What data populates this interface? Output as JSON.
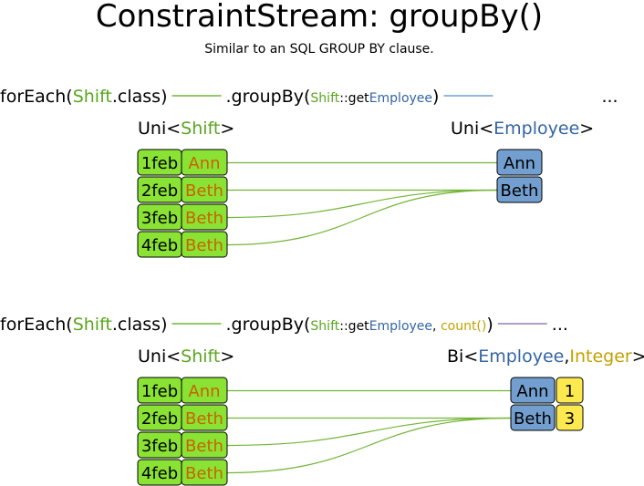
{
  "title": "ConstraintStream: groupBy()",
  "subtitle": "Similar to an SQL GROUP BY clause.",
  "colors": {
    "green": "#5aa61f",
    "orange": "#c86400",
    "blue": "#3465a4",
    "gold": "#c4a000",
    "shiftFill": "#8ae234",
    "employeeFill": "#729fcf",
    "countFill": "#fce94f",
    "greenLine": "#73b537",
    "blueLine": "#729fcf",
    "purpleLine": "#9a7fb0"
  },
  "sections": [
    {
      "code": [
        {
          "text": "forEach(",
          "color": "#000000",
          "small": false
        },
        {
          "text": "Shift",
          "color": "#5aa61f",
          "small": false
        },
        {
          "text": ".class)",
          "color": "#000000",
          "small": false
        },
        {
          "text": "line-green"
        },
        {
          "text": ".groupBy(",
          "color": "#000000",
          "small": false
        },
        {
          "text": "Shift",
          "color": "#5aa61f",
          "small": true
        },
        {
          "text": "::get",
          "color": "#000000",
          "small": true
        },
        {
          "text": "Employee",
          "color": "#3465a4",
          "small": true
        },
        {
          "text": ")",
          "color": "#000000",
          "small": false
        },
        {
          "text": "line-blue"
        },
        {
          "text": "...",
          "color": "#000000",
          "small": false
        }
      ],
      "left_header": [
        {
          "text": "Uni<",
          "color": "#000000"
        },
        {
          "text": "Shift",
          "color": "#5aa61f"
        },
        {
          "text": ">",
          "color": "#000000"
        }
      ],
      "right_header": [
        {
          "text": "Uni<",
          "color": "#000000"
        },
        {
          "text": "Employee",
          "color": "#3465a4"
        },
        {
          "text": ">",
          "color": "#000000"
        }
      ],
      "rows": [
        {
          "date": "1feb",
          "employee": "Ann"
        },
        {
          "date": "2feb",
          "employee": "Beth"
        },
        {
          "date": "3feb",
          "employee": "Beth"
        },
        {
          "date": "4feb",
          "employee": "Beth"
        }
      ],
      "groups": [
        {
          "key": "Ann"
        },
        {
          "key": "Beth"
        }
      ]
    },
    {
      "code": [
        {
          "text": "forEach(",
          "color": "#000000",
          "small": false
        },
        {
          "text": "Shift",
          "color": "#5aa61f",
          "small": false
        },
        {
          "text": ".class)",
          "color": "#000000",
          "small": false
        },
        {
          "text": "line-green"
        },
        {
          "text": ".groupBy(",
          "color": "#000000",
          "small": false
        },
        {
          "text": "Shift",
          "color": "#5aa61f",
          "small": true
        },
        {
          "text": "::get",
          "color": "#000000",
          "small": true
        },
        {
          "text": "Employee",
          "color": "#3465a4",
          "small": true
        },
        {
          "text": ", ",
          "color": "#000000",
          "small": true
        },
        {
          "text": "count()",
          "color": "#c4a000",
          "small": true
        },
        {
          "text": ")",
          "color": "#000000",
          "small": false
        },
        {
          "text": "line-purple"
        },
        {
          "text": "...",
          "color": "#000000",
          "small": false
        }
      ],
      "left_header": [
        {
          "text": "Uni<",
          "color": "#000000"
        },
        {
          "text": "Shift",
          "color": "#5aa61f"
        },
        {
          "text": ">",
          "color": "#000000"
        }
      ],
      "right_header": [
        {
          "text": "Bi<",
          "color": "#000000"
        },
        {
          "text": "Employee",
          "color": "#3465a4"
        },
        {
          "text": ", ",
          "color": "#000000"
        },
        {
          "text": "Integer",
          "color": "#c4a000"
        },
        {
          "text": ">",
          "color": "#000000"
        }
      ],
      "rows": [
        {
          "date": "1feb",
          "employee": "Ann"
        },
        {
          "date": "2feb",
          "employee": "Beth"
        },
        {
          "date": "3feb",
          "employee": "Beth"
        },
        {
          "date": "4feb",
          "employee": "Beth"
        }
      ],
      "groups": [
        {
          "key": "Ann",
          "count": "1"
        },
        {
          "key": "Beth",
          "count": "3"
        }
      ]
    }
  ]
}
